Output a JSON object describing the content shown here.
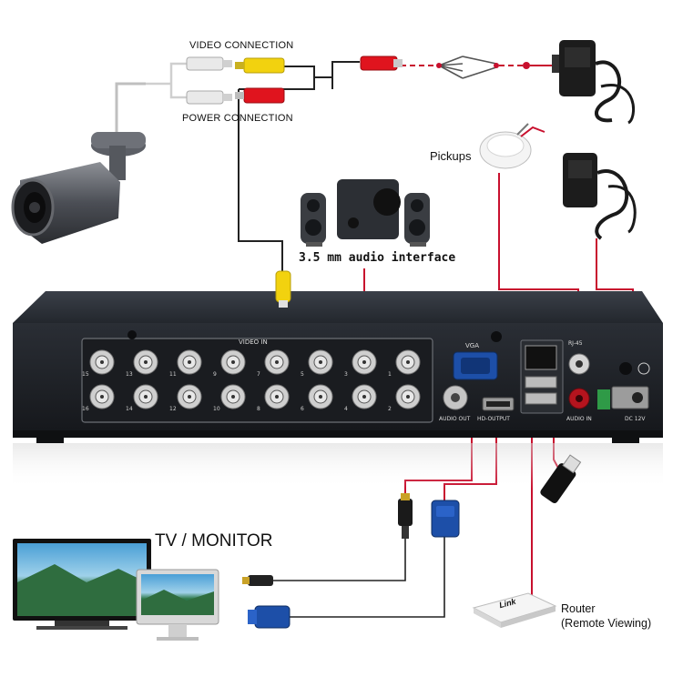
{
  "labels": {
    "video_connection": "VIDEO CONNECTION",
    "power_connection": "POWER CONNECTION",
    "pickups": "Pickups",
    "audio_interface": "3.5 mm audio interface",
    "tv_monitor": "TV / MONITOR",
    "router_line1": "Router",
    "router_line2": "(Remote Viewing)",
    "router_brand": "Link"
  },
  "dvr_panel": {
    "video_in": "VIDEO IN",
    "vga": "VGA",
    "audio_out": "AUDIO OUT",
    "hd_output": "HD-OUTPUT",
    "audio_in": "AUDIO IN",
    "dc": "DC 12V",
    "rj45": "RJ-45",
    "top_numbers": [
      "15",
      "13",
      "11",
      "9",
      "7",
      "5",
      "3",
      "1"
    ],
    "bottom_numbers": [
      "16",
      "14",
      "12",
      "10",
      "8",
      "6",
      "4",
      "2"
    ]
  },
  "colors": {
    "cable_red": "#c8102e",
    "cable_dark": "#222222",
    "dvr_body": "#2b2f36",
    "rca_yellow": "#f2d20f",
    "rca_red": "#e0141e",
    "vga_blue": "#1d4fa8"
  }
}
